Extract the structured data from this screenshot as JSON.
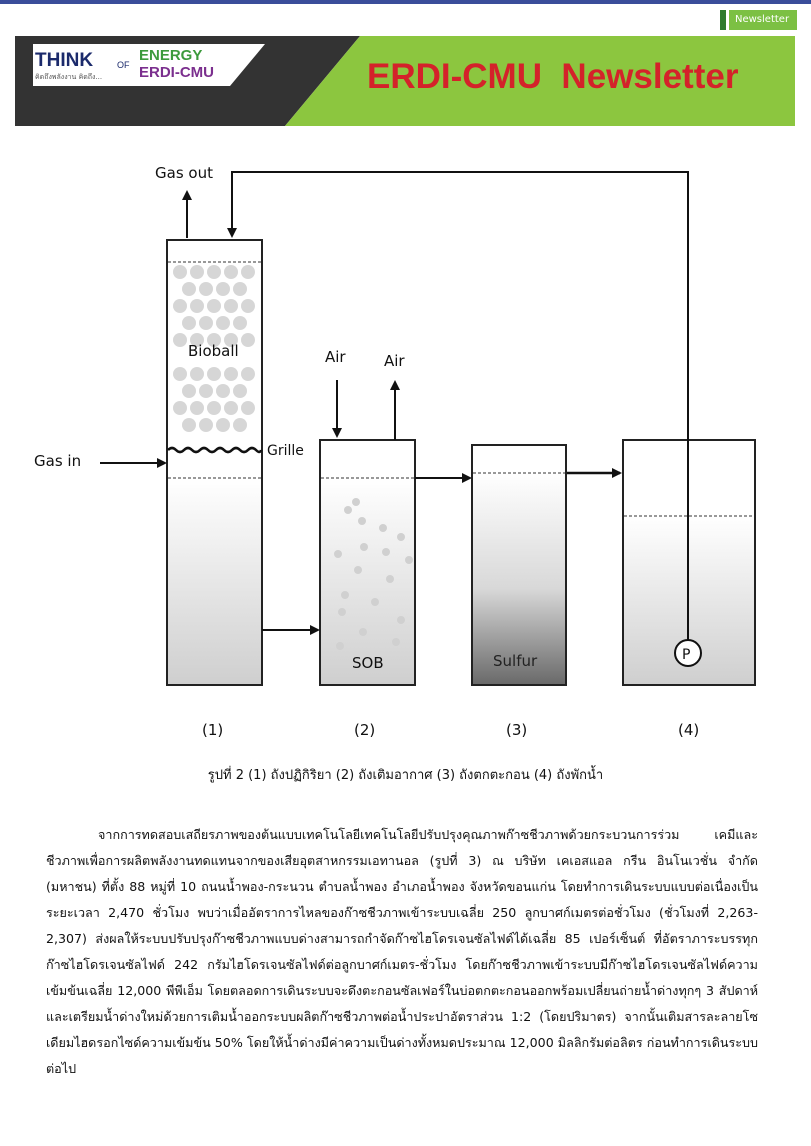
{
  "tag": {
    "label": "Newsletter",
    "plus": "+"
  },
  "banner": {
    "logo_think": "THINK",
    "logo_of": "OF",
    "logo_energy": "ENERGY",
    "logo_erdi": "ERDI-CMU",
    "logo_tagline": "คิดถึงพลังงาน คิดถึง...",
    "title": "ERDI-CMU  Newsletter",
    "colors": {
      "green": "#8cc63f",
      "dark": "#333333",
      "title_red": "#d4222a",
      "logo_blue": "#1b2a6b",
      "logo_purple": "#7b2f8e",
      "logo_green": "#3c9a3c"
    }
  },
  "diagram": {
    "labels": {
      "gas_out": "Gas out",
      "gas_in": "Gas in",
      "bioball": "Bioball",
      "grille": "Grille",
      "air_in": "Air",
      "air_out": "Air",
      "sob": "SOB",
      "sulfur": "Sulfur",
      "pump": "P"
    },
    "tank_numbers": [
      "(1)",
      "(2)",
      "(3)",
      "(4)"
    ]
  },
  "caption": "รูปที่ 2 (1) ถังปฏิกิริยา (2) ถังเติมอากาศ (3) ถังตกตะกอน (4) ถังพักน้ำ",
  "paragraph": "จากการทดสอบเสถียรภาพของต้นแบบเทคโนโลยีเทคโนโลยีปรับปรุงคุณภาพก๊าซชีวภาพด้วยกระบวนการร่วม เคมีและชีวภาพเพื่อการผลิตพลังงานทดแทนจากของเสียอุตสาหกรรมเอทานอล (รูปที่ 3) ณ บริษัท เคเอสแอล กรีน อินโนเวชั่น จำกัด (มหาชน) ที่ตั้ง 88 หมู่ที่ 10 ถนนน้ำพอง-กระนวน ตำบลน้ำพอง อำเภอน้ำพอง จังหวัดขอนแก่น โดยทำการเดินระบบแบบต่อเนื่องเป็นระยะเวลา 2,470 ชั่วโมง พบว่าเมื่ออัตราการไหลของก๊าซชีวภาพเข้าระบบเฉลี่ย 250 ลูกบาศก์เมตรต่อชั่วโมง (ชั่วโมงที่ 2,263-2,307) ส่งผลให้ระบบปรับปรุงก๊าซชีวภาพแบบด่างสามารถกำจัดก๊าซไฮโดรเจนซัลไฟด์ได้เฉลี่ย 85 เปอร์เซ็นต์ ที่อัตราภาระบรรทุกก๊าซไฮโดรเจนซัลไฟด์ 242 กรัมไฮโดรเจนซัลไฟด์ต่อลูกบาศก์เมตร-ชั่วโมง โดยก๊าซชีวภาพเข้าระบบมีก๊าซไฮโดรเจนซัลไฟด์ความเข้มข้นเฉลี่ย 12,000 พีพีเอ็ม โดยตลอดการเดินระบบจะดึงตะกอนซัลเฟอร์ในบ่อตกตะกอนออกพร้อมเปลี่ยนถ่ายน้ำด่างทุกๆ 3 สัปดาห์ และเตรียมน้ำด่างใหม่ด้วยการเติมน้ำออกระบบผลิตก๊าซชีวภาพต่อน้ำประปาอัตราส่วน 1:2 (โดยปริมาตร) จากนั้นเติมสารละลายโซเดียมไฮดรอกไซด์ความเข้มข้น 50% โดยให้น้ำด่างมีค่าความเป็นด่างทั้งหมดประมาณ 12,000 มิลลิกรัมต่อลิตร ก่อนทำการเดินระบบต่อไป"
}
